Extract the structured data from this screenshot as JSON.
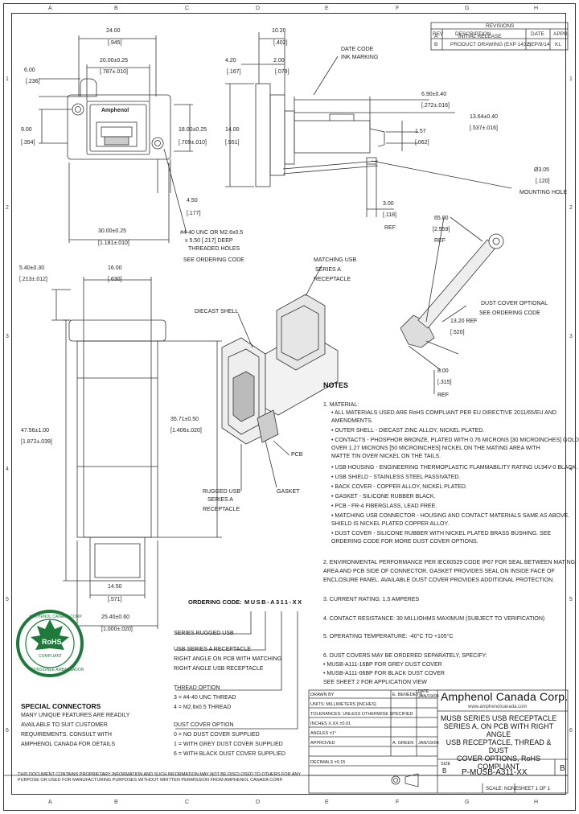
{
  "zones": {
    "columns_top": [
      "A",
      "B",
      "C",
      "D",
      "E",
      "F",
      "G",
      "H"
    ],
    "columns_bottom": [
      "A",
      "B",
      "C",
      "D",
      "E",
      "F",
      "G",
      "H"
    ],
    "rows": [
      "1",
      "2",
      "3",
      "4",
      "5",
      "6"
    ]
  },
  "revision_table": {
    "header": "REVISIONS",
    "col_rev": "REV",
    "col_desc": "DESCRIPTION",
    "col_date": "DATE",
    "col_appr": "APPR.",
    "row1": {
      "rev": "A",
      "desc": "INITIAL RELEASE",
      "date": "",
      "appr": ""
    },
    "row2": {
      "rev": "B",
      "desc": "PRODUCT DRAWING (EXP 1432)",
      "date": "SEP/9/14",
      "appr": "KL"
    }
  },
  "front_view": {
    "dim_24": "24.00",
    "dim_24_in": "[.945]",
    "dim_20": "20.00±0.25",
    "dim_20_in": "[.787±.010]",
    "dim_6": "6.00",
    "dim_6_in": "[.236]",
    "dim_9": "9.00",
    "dim_9_in": "[.354]",
    "dim_18": "18.00±0.25",
    "dim_18_in": "[.709±.010]",
    "dim_450": "4.50",
    "dim_450_in": "[.177]",
    "dim_30": "30.00±0.25",
    "dim_30_in": "[1.181±.010]",
    "logo": "Amphenol",
    "thread_note": [
      "#4-40 UNC OR M2.6x0.5",
      "x 5.50 [.217] DEEP",
      "THREADED HOLES",
      "SEE ORDERING CODE"
    ]
  },
  "side_view": {
    "dim_1020": "10.20",
    "dim_1020_in": "[.402]",
    "dim_420": "4.20",
    "dim_420_in": "[.167]",
    "dim_2": "2.00",
    "dim_2_in": "[.079]",
    "dim_14": "14.00",
    "dim_14_in": "[.551]",
    "date_code": [
      "DATE CODE",
      "INK MARKING"
    ],
    "dim_690": "6.90±0.40",
    "dim_690_in": "[.272±.016]",
    "dim_1364": "13.64±0.40",
    "dim_1364_in": "[.537±.016]",
    "dim_157": "1.57",
    "dim_157_in": "[.062]",
    "dim_305": "Ø3.05",
    "dim_305_in": "[.120]",
    "mounting_hole": "MOUNTING HOLE",
    "dim_3": "3.00",
    "dim_3_in": "[.118]",
    "dim_3_ref": "REF"
  },
  "bottom_view": {
    "dim_540": "5.40±0.30",
    "dim_540_in": "[.213±.012]",
    "dim_16": "16.00",
    "dim_16_in": "[.630]",
    "dim_4756": "47.56±1.00",
    "dim_4756_in": "[1.872±.039]",
    "dim_3571": "35.71±0.50",
    "dim_3571_in": "[1.406±.020]",
    "dim_1450": "14.50",
    "dim_1450_in": "[.571]",
    "dim_2540": "25.40±0.60",
    "dim_2540_in": "[1.000±.020]"
  },
  "iso_view": {
    "matching": [
      "MATCHING USB",
      "SERIES A",
      "RECEPTACLE"
    ],
    "diecast": "DIECAST SHELL",
    "pcb": "PCB",
    "gasket": "GASKET",
    "rugged": [
      "RUGGED USB",
      "SERIES A",
      "RECEPTACLE"
    ],
    "dim_65": "65.00",
    "dim_65_in": "[2.559]",
    "dim_65_ref": "REF",
    "dust_cover": [
      "DUST COVER OPTIONAL",
      "SEE ORDERING CODE"
    ],
    "dim_1320": "13.20 REF",
    "dim_1320_in": "[.520]",
    "dim_8": "8.00",
    "dim_8_in": "[.315]",
    "dim_8_ref": "REF"
  },
  "notes": {
    "title": "NOTES",
    "n1": "1. MATERIAL:",
    "n1_lines": [
      "• ALL MATERIALS USED ARE RoHS COMPLIANT PER EU DIRECTIVE 2011/65/EU AND",
      "  AMENDMENTS.",
      "• OUTER SHELL - DIECAST ZINC ALLOY, NICKEL PLATED.",
      "• CONTACTS - PHOSPHOR BRONZE, PLATED WITH 0.76 MICRONS [30 MICROINCHES] GOLD",
      "  OVER 1.27 MICRONS [50 MICROINCHES] NICKEL ON THE MATING AREA WITH",
      "  MATTE TIN OVER NICKEL ON THE TAILS.",
      "• USB HOUSING - ENGINEERING THERMOPLASTIC FLAMMABILITY RATING UL94V-0 BLACK.",
      "• USB SHIELD - STAINLESS STEEL PASSIVATED.",
      "• BACK COVER - COPPER ALLOY, NICKEL PLATED.",
      "• GASKET - SILICONE RUBBER BLACK.",
      "• PCB - FR-4 FIBERGLASS, LEAD FREE.",
      "• MATCHING USB CONNECTOR - HOUSING AND CONTACT MATERIALS SAME AS ABOVE.",
      "  SHIELD IS NICKEL PLATED COPPER ALLOY.",
      "• DUST COVER - SILICONE RUBBER WITH NICKEL PLATED BRASS BUSHING. SEE",
      "  ORDERING CODE FOR MORE DUST COVER OPTIONS."
    ],
    "n2_lines": [
      "2. ENVIRONMENTAL PERFORMANCE PER IEC60529 CODE IP67 FOR SEAL BETWEEN MATING",
      "   AREA AND PCB SIDE OF CONNECTOR. GASKET PROVIDES SEAL ON INSIDE FACE OF",
      "   ENCLOSURE PANEL. AVAILABLE DUST COVER PROVIDES ADDITIONAL PROTECTION."
    ],
    "n3": "3. CURRENT RATING: 1.5 AMPERES",
    "n4": "4. CONTACT RESISTANCE: 30 MILLIOHMS MAXIMUM (SUBJECT TO VERIFICATION)",
    "n5": "5. OPERATING TEMPERATURE: -40°C TO +105°C",
    "n6_lines": [
      "6. DUST COVERS MAY BE ORDERED SEPARATELY, SPECIFY:",
      "   • MUSB-A111-16BP FOR GREY DUST COVER",
      "   • MUSB-A111-06BP FOR BLACK DUST COVER",
      "   SEE SHEET 2 FOR APPLICATION VIEW"
    ]
  },
  "ordering": {
    "label": "ORDERING CODE:",
    "code": "MUSB-A311-XX",
    "series": "SERIES RUGGED USB",
    "usb_lines": [
      "USB SERIES A RECEPTACLE",
      "RIGHT ANGLE ON PCB WITH MATCHING",
      "RIGHT ANGLE USB RECEPTACLE"
    ],
    "thread_lines": [
      "THREAD OPTION",
      "3 = #4-40 UNC THREAD",
      "4 = M2.6x0.5 THREAD"
    ],
    "dust_lines": [
      "DUST COVER OPTION",
      "0 = NO DUST COVER SUPPLIED",
      "1 = WITH GREY DUST COVER SUPPLIED",
      "6 = WITH BLACK DUST COVER SUPPLIED"
    ]
  },
  "rohs_badge": {
    "ring_top": "AMPHENOL CANADA CORP.",
    "ring_bottom": "CONSIGNEE AMBASSADOR",
    "center": "RoHS",
    "sub": "COMPLIANT"
  },
  "special": {
    "title": "SPECIAL CONNECTORS",
    "lines": [
      "MANY UNIQUE FEATURES ARE READILY",
      "AVAILABLE TO SUIT CUSTOMER",
      "REQUIREMENTS. CONSULT WITH",
      "AMPHENOL CANADA FOR DETAILS"
    ]
  },
  "title_block": {
    "company": "Amphenol Canada Corp.",
    "website": "www.amphenolcanada.com",
    "title_lines": [
      "MUSB SERIES USB RECEPTACLE",
      "SERIES A, ON PCB WITH RIGHT ANGLE",
      "USB RECEPTACLE, THREAD & DUST",
      "COVER OPTIONS, RoHS COMPLIANT"
    ],
    "dwg_no": "P-MUSB-A311-XX",
    "rev": "B",
    "scale": "SCALE: NONE",
    "sheet": "SHEET 1 OF 1",
    "size_lbl": "SIZE",
    "size": "B",
    "drawn_by": "DRAWN BY",
    "drawn": "E. BENEDETTI",
    "date_lbl": "DATE",
    "drawn_date": "JAN/19/06",
    "units": "UNITS: MILLIMETERS [INCHES]",
    "tol1": "TOLERANCES: UNLESS OTHERWISE SPECIFIED",
    "tol2": "INCHES  X.XX  ±0.01",
    "tol3": "ANGLES  ±1°",
    "approved": "APPROVED",
    "approved_by": "A. GREEN",
    "approved_date": "JAN/19/06",
    "decimals": "DECIMALS  ±0.15"
  },
  "proprietary": "THIS DOCUMENT CONTAINS PROPRIETARY INFORMATION AND SUCH INFORMATION MAY NOT BE DISCLOSED TO OTHERS FOR ANY PURPOSE OR USED FOR MANUFACTURING PURPOSES WITHOUT WRITTEN PERMISSION FROM AMPHENOL CANADA CORP."
}
